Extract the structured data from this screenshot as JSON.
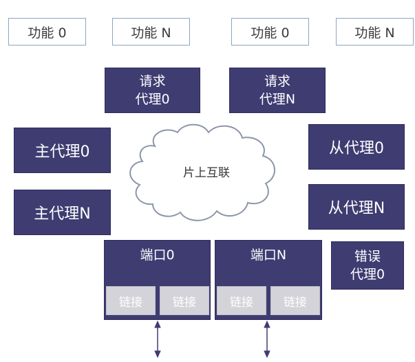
{
  "functions": [
    {
      "label": "功能 0"
    },
    {
      "label": "功能 N"
    },
    {
      "label": "功能 0"
    },
    {
      "label": "功能 N"
    }
  ],
  "request_agents": [
    {
      "line1": "请求",
      "line2": "代理0"
    },
    {
      "line1": "请求",
      "line2": "代理N"
    }
  ],
  "master_agents": [
    {
      "label": "主代理0"
    },
    {
      "label": "主代理N"
    }
  ],
  "slave_agents": [
    {
      "label": "从代理0"
    },
    {
      "label": "从代理N"
    }
  ],
  "error_agent": {
    "line1": "错误",
    "line2": "代理0"
  },
  "interconnect": {
    "label": "片上互联"
  },
  "ports": [
    {
      "label": "端口0",
      "links": [
        "链接",
        "链接"
      ]
    },
    {
      "label": "端口N",
      "links": [
        "链接",
        "链接"
      ]
    }
  ],
  "colors": {
    "agent_fill": "#3f3c72",
    "link_fill": "#d3d3d9",
    "function_border": "#8ea3c4",
    "arrow": "#3f3c72"
  }
}
